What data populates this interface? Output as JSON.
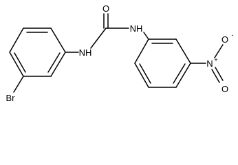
{
  "structure": {
    "atom_labels": {
      "oxygen_carbonyl": "O",
      "nh_left": "NH",
      "nh_right": "NH",
      "bromine": "Br",
      "nitrogen_nitro": "N",
      "nitro_charge_plus": "+",
      "oxygen_nitro_top": "O",
      "oxygen_nitro_bottom": "O",
      "nitro_charge_minus": "-"
    }
  }
}
